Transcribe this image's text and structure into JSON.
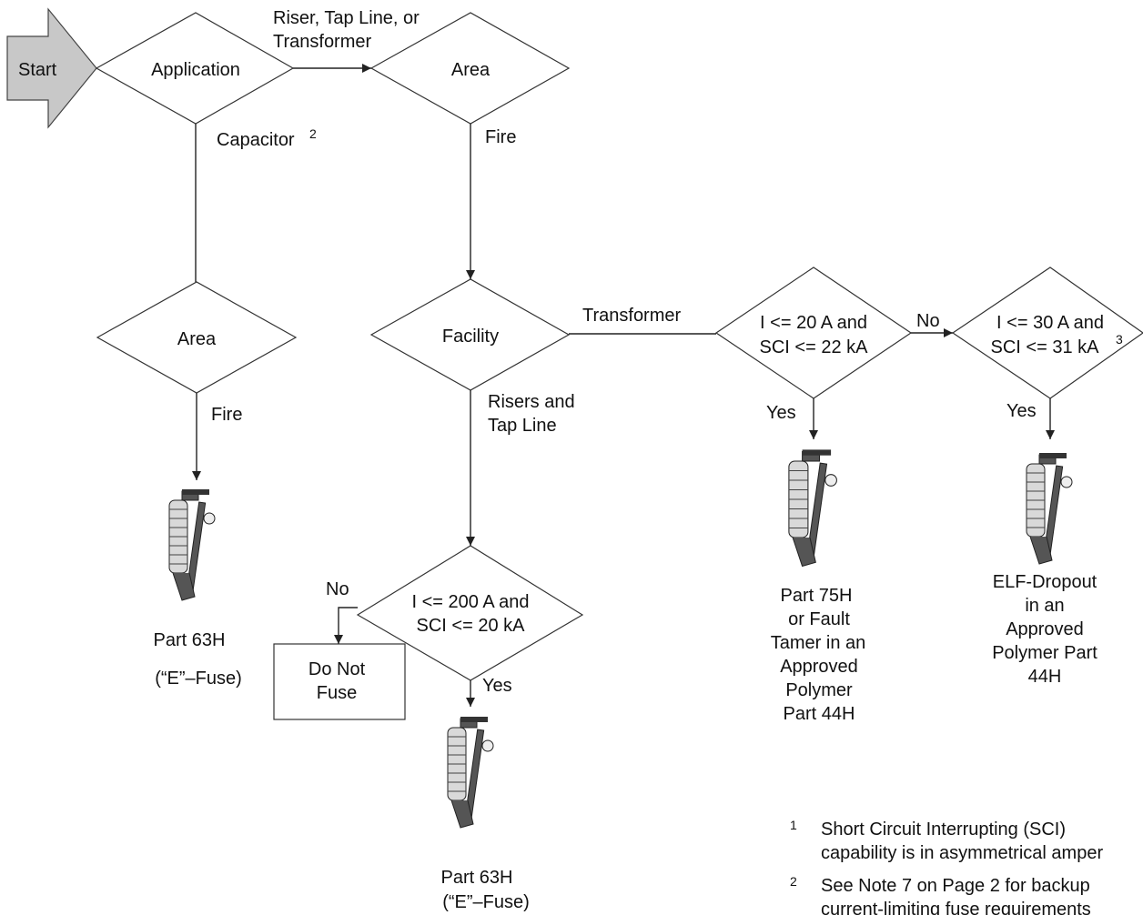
{
  "start": {
    "label": "Start"
  },
  "nodes": {
    "application": "Application",
    "area_top": "Area",
    "area_left": "Area",
    "facility": "Facility",
    "dec_i20": [
      "I <= 20 A and",
      "SCI <= 22 kA"
    ],
    "dec_i30": [
      "I <= 30 A and",
      "SCI <= 31 kA"
    ],
    "dec_i30_sup": "3",
    "dec_i200": [
      "I <= 200 A and",
      "SCI <= 20 kA"
    ],
    "do_not_fuse": [
      "Do Not",
      "Fuse"
    ]
  },
  "edges": {
    "app_to_area": [
      "Riser, Tap Line, or",
      "Transformer"
    ],
    "capacitor": "Capacitor",
    "capacitor_sup": "2",
    "fire_top": "Fire",
    "fire_left": "Fire",
    "transformer": "Transformer",
    "risers": [
      "Risers and",
      "Tap Line"
    ],
    "no_i20": "No",
    "yes_i20": "Yes",
    "yes_i30": "Yes",
    "no_i200": "No",
    "yes_i200": "Yes"
  },
  "outcomes": {
    "left": [
      "Part 63H",
      "(“E”–Fuse)"
    ],
    "bottom": [
      "Part 63H",
      "(“E”–Fuse)"
    ],
    "p75": [
      "Part 75H",
      "or Fault",
      "Tamer in an",
      "Approved",
      "Polymer",
      "Part 44H"
    ],
    "elf": [
      "ELF-Dropout",
      "in an",
      "Approved",
      "Polymer Part",
      "44H"
    ]
  },
  "footnotes": [
    {
      "num": "1",
      "lines": [
        "Short Circuit Interrupting (SCI)",
        "capability is in asymmetrical amper"
      ]
    },
    {
      "num": "2",
      "lines": [
        "See Note 7 on Page 2 for backup",
        "current-limiting fuse requirements"
      ]
    }
  ]
}
